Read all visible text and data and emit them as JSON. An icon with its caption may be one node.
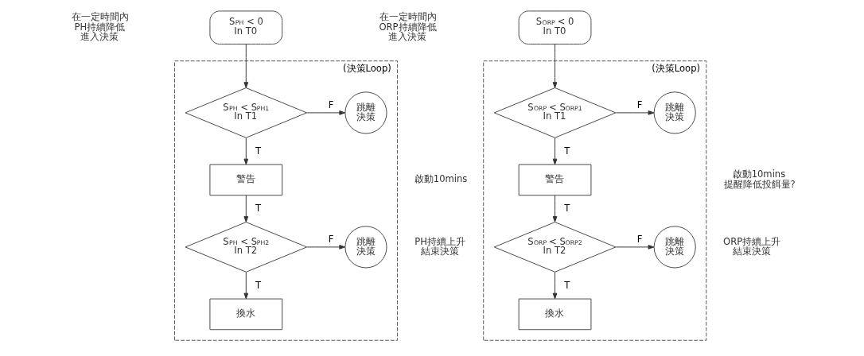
{
  "diagram": {
    "nodes": [
      {
        "text": [
          "S$_{PH}$ < 0",
          "In T0"
        ]
      },
      {
        "text": [
          "(決策Loop)"
        ]
      },
      {
        "text": [
          "S$_{PH}$ < S$_{PH1}$",
          "In T1"
        ],
        "in": 1
      },
      {
        "text": [
          "跳離決策"
        ],
        "in": 1
      },
      {
        "text": [
          "警告"
        ],
        "in": 1
      },
      {
        "text": [
          "S$_{PH}$ < S$_{PH2}$",
          "In T2"
        ],
        "in": 1
      },
      {
        "text": [
          "跳離決策"
        ],
        "in": 1
      },
      {
        "text": [
          "換水"
        ],
        "in": 1
      },
      {
        "text": [
          "S$_{ORP}$ < 0",
          "In T0"
        ]
      },
      {
        "text": [
          "(決策Loop)"
        ]
      },
      {
        "text": [
          "S$_{ORP}$ < S$_{ORP1}$",
          "In T1"
        ],
        "in": 9
      },
      {
        "text": [
          "跳離決策"
        ],
        "in": 9
      },
      {
        "text": [
          "警告"
        ],
        "in": 9
      },
      {
        "text": [
          "S$_{ORP}$ < S$_{ORP2}$",
          "In T2"
        ],
        "in": 9
      },
      {
        "text": [
          "跳離決策"
        ],
        "in": 9
      },
      {
        "text": [
          "換水"
        ],
        "in": 9
      }
    ],
    "edges": [
      {
        "from": 0,
        "to": 2,
        "arrow": "to"
      },
      {
        "from": 2,
        "to": 3,
        "arrow": "to",
        "label": "F"
      },
      {
        "from": 2,
        "to": 4,
        "arrow": "to",
        "label": "T"
      },
      {
        "from": 4,
        "to": 5,
        "arrow": "to",
        "label": "T"
      },
      {
        "from": 5,
        "to": 6,
        "arrow": "to",
        "label": "F"
      },
      {
        "from": 5,
        "to": 7,
        "arrow": "to",
        "label": "T"
      },
      {
        "from": 8,
        "to": 10,
        "arrow": "to"
      },
      {
        "from": 10,
        "to": 11,
        "arrow": "to",
        "label": "F"
      },
      {
        "from": 10,
        "to": 12,
        "arrow": "to",
        "label": "T"
      },
      {
        "from": 12,
        "to": 13,
        "arrow": "to",
        "label": "T"
      },
      {
        "from": 13,
        "to": 14,
        "arrow": "to",
        "label": "F"
      },
      {
        "from": 13,
        "to": 15,
        "arrow": "to",
        "label": "T"
      }
    ],
    "labels": [
      "在一定時間內PH持續降低進入決策",
      "啟動10mins",
      "PH持續上升結束決策",
      "在一定時間內ORP持續降低進入決策",
      "啟動10mins提醒降低投餌量?",
      "ORP持續上升結束決策"
    ]
  }
}
